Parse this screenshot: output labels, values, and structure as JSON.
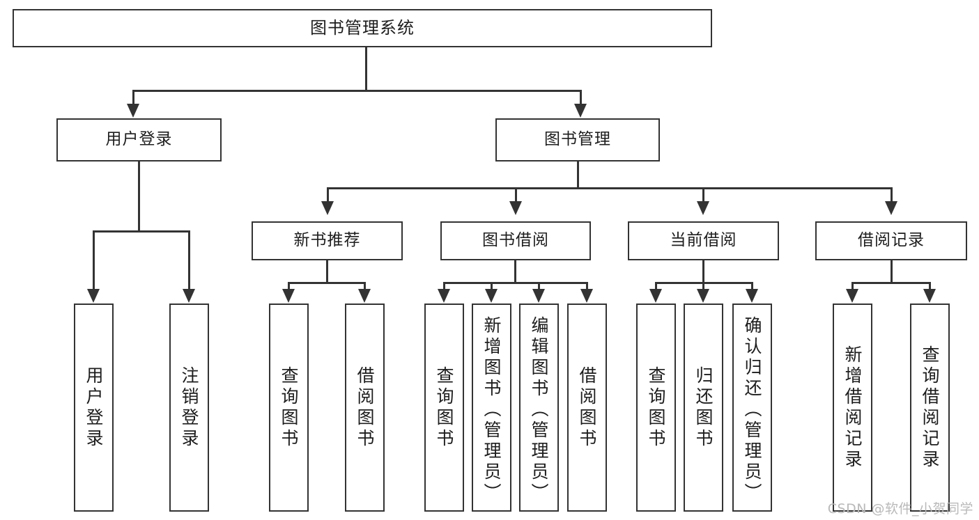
{
  "diagram": {
    "title": "图书管理系统",
    "type": "tree",
    "root": {
      "label": "图书管理系统"
    },
    "level2": [
      {
        "label": "用户登录"
      },
      {
        "label": "图书管理"
      }
    ],
    "level3": [
      {
        "label": "新书推荐"
      },
      {
        "label": "图书借阅"
      },
      {
        "label": "当前借阅"
      },
      {
        "label": "借阅记录"
      }
    ],
    "leaves": {
      "user_login": [
        {
          "label": "用户登录"
        },
        {
          "label": "注销登录"
        }
      ],
      "new_book": [
        {
          "label": "查询图书"
        },
        {
          "label": "借阅图书"
        }
      ],
      "book_borrow": [
        {
          "label": "查询图书"
        },
        {
          "label": "新增图书（管理员）"
        },
        {
          "label": "编辑图书（管理员）"
        },
        {
          "label": "借阅图书"
        }
      ],
      "current_borrow": [
        {
          "label": "查询图书"
        },
        {
          "label": "归还图书"
        },
        {
          "label": "确认归还（管理员）"
        }
      ],
      "borrow_record": [
        {
          "label": "新增借阅记录"
        },
        {
          "label": "查询借阅记录"
        }
      ]
    }
  },
  "watermark": {
    "text": "CSDN @软件_小贺同学"
  },
  "colors": {
    "stroke": "#333333",
    "background": "#ffffff",
    "text": "#1d1d1d",
    "watermark": "#b9b9b9"
  }
}
